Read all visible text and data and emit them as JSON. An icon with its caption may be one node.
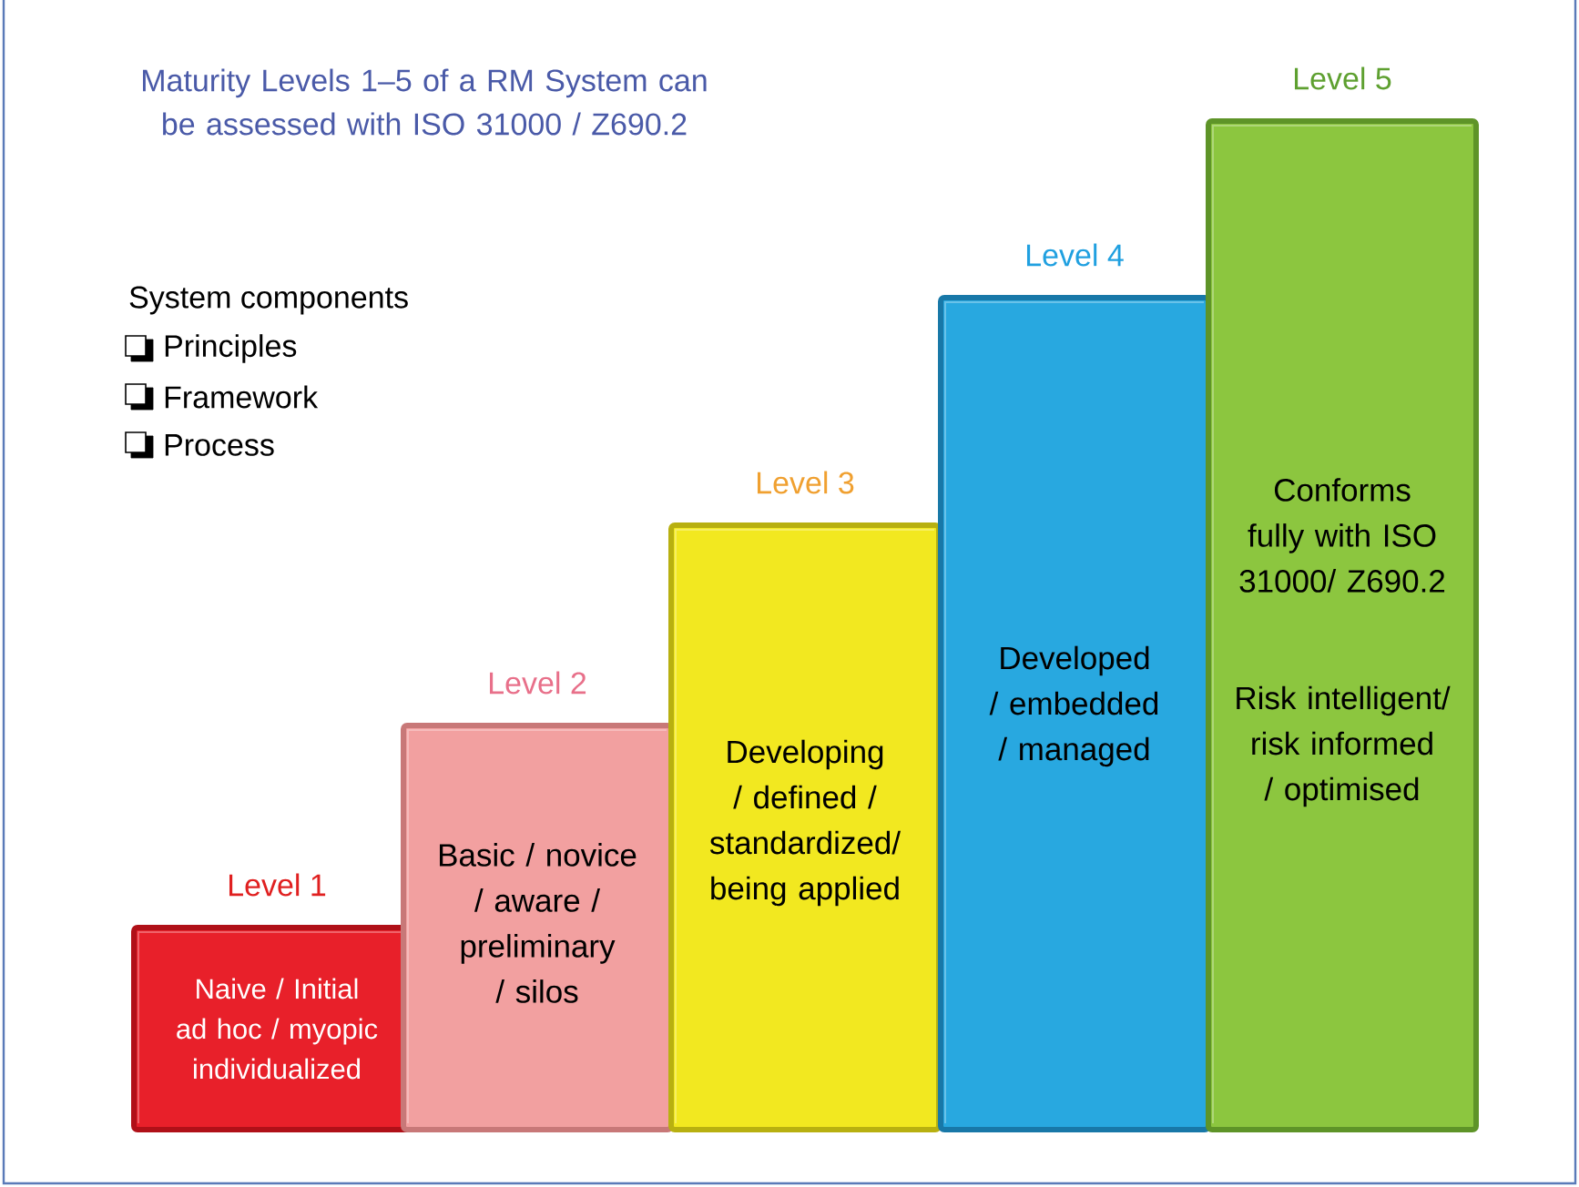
{
  "diagram": {
    "title": "Maturity Levels 1–5 of a RM System can be assessed with ISO 31000 / Z690.2",
    "nodes": [
      {
        "text": [
          "Level 1",
          "Naive / Initial ad hoc / myopic individualized"
        ]
      },
      {
        "text": [
          "Level 2",
          "Basic / novice / aware / preliminary / silos"
        ]
      },
      {
        "text": [
          "Level 3",
          "Developing / defined / standardized/ being applied"
        ]
      },
      {
        "text": [
          "Level 4",
          "Developed / embedded / managed"
        ]
      },
      {
        "text": [
          "Level 5",
          "Conforms fully with ISO 31000/ Z690.2",
          "Risk intelligent/ risk informed / optimised"
        ]
      }
    ],
    "labels": [
      "System components",
      "Principles",
      "Framework",
      "Process"
    ]
  }
}
